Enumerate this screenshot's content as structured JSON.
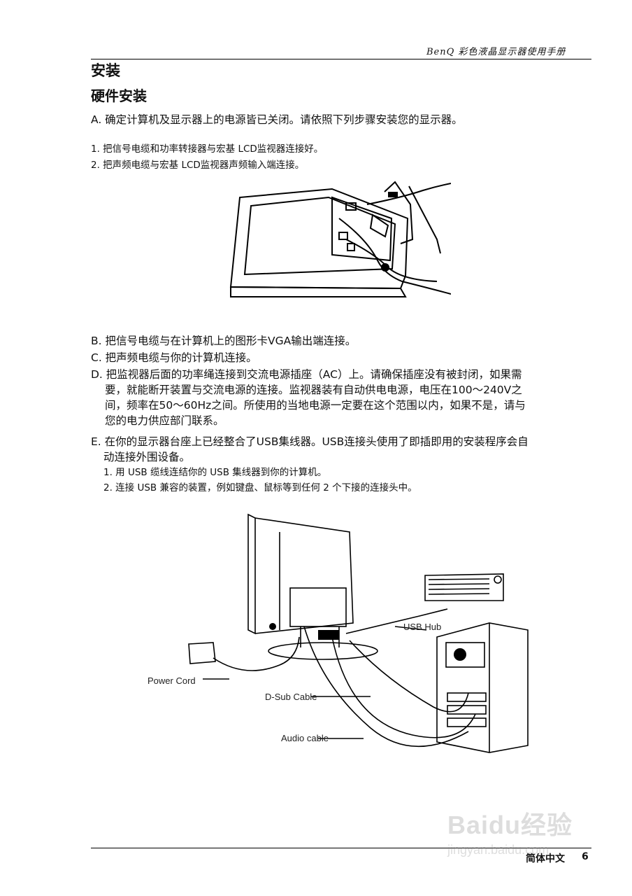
{
  "header": {
    "title": "BenQ 彩色液晶显示器使用手册"
  },
  "section": {
    "title": "安装",
    "subtitle": "硬件安装"
  },
  "steps": {
    "a": "A. 确定计算机及显示器上的电源皆已关闭。请依照下列步骤安装您的显示器。",
    "a1": "1. 把信号电缆和功率转接器与宏基 LCD监视器连接好。",
    "a2": "2. 把声频电缆与宏基 LCD监视器声频输入端连接。",
    "b": "B. 把信号电缆与在计算机上的图形卡VGA输出端连接。",
    "c": "C. 把声频电缆与你的计算机连接。",
    "d_lines": [
      "D. 把监视器后面的功率绳连接到交流电源插座（AC）上。请确保插座没有被封闭，如果需",
      "   要，就能断开装置与交流电源的连接。监视器装有自动供电电源，电压在100～240V之",
      "   间，频率在50～60Hz之间。所使用的当地电源一定要在这个范围以内，如果不是，请与",
      "   您的电力供应部门联系。"
    ],
    "e_lines": [
      "E. 在你的显示器台座上已经整合了USB集线器。USB连接头使用了即插即用的安装程序会自",
      "   动连接外围设备。"
    ],
    "e1": "1. 用 USB 缆线连结你的 USB 集线器到你的计算机。",
    "e2": "2. 连接 USB 兼容的装置，例如键盘、鼠标等到任何 2 个下接的连接头中。"
  },
  "figure2": {
    "usb_hub": "USB Hub",
    "power_cord": "Power Cord",
    "dsub": "D-Sub Cable",
    "audio": "Audio cable"
  },
  "footer": {
    "lang": "简体中文",
    "page": "6"
  },
  "watermark": {
    "brand": "Baidu经验",
    "url": "jingyan.baidu.com"
  }
}
